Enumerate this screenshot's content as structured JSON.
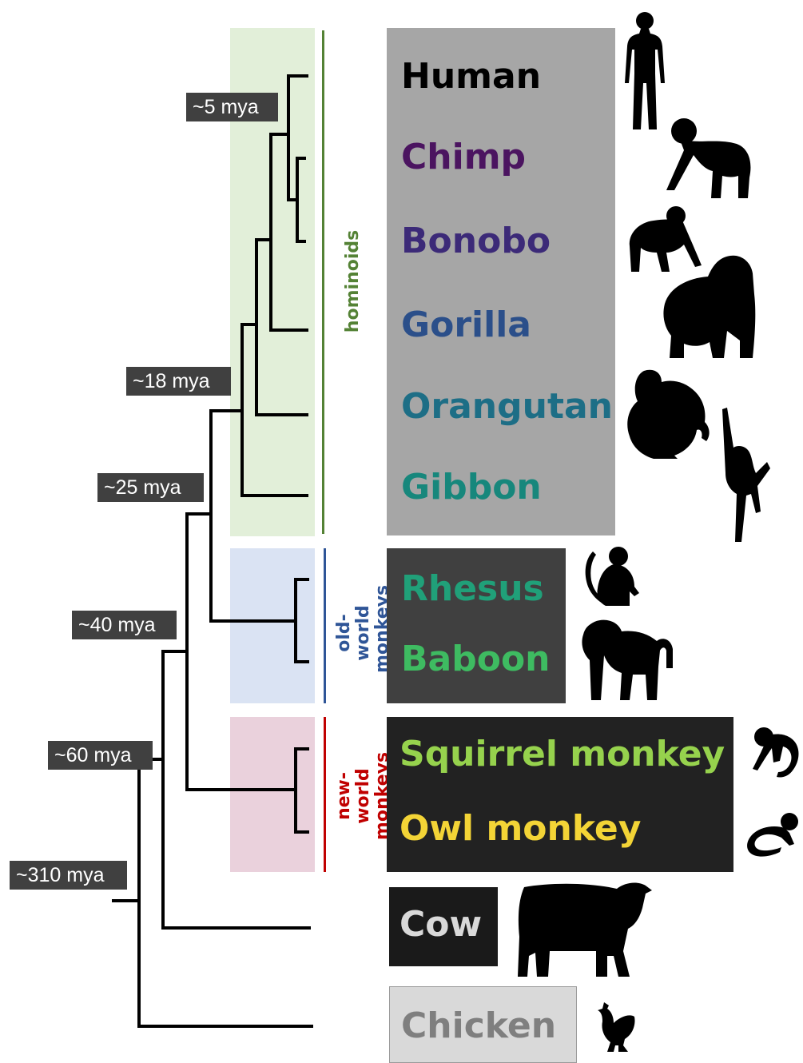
{
  "groups": {
    "hominoids": {
      "label": "hominoids",
      "color": "#548235",
      "band": "#e2efd9"
    },
    "old_world": {
      "label": "old-world monkeys",
      "color": "#2f5597",
      "band": "#dae3f3"
    },
    "new_world": {
      "label": "new-world monkeys",
      "color": "#c00000",
      "band": "#ead1dc"
    }
  },
  "species": {
    "human": {
      "label": "Human",
      "color": "#000000",
      "icon": "human-silhouette-icon"
    },
    "chimp": {
      "label": "Chimp",
      "color": "#4b1460",
      "icon": "chimp-silhouette-icon"
    },
    "bonobo": {
      "label": "Bonobo",
      "color": "#3c2a78",
      "icon": "bonobo-silhouette-icon"
    },
    "gorilla": {
      "label": "Gorilla",
      "color": "#2b4f8a",
      "icon": "gorilla-silhouette-icon"
    },
    "orangutan": {
      "label": "Orangutan",
      "color": "#1d6e86",
      "icon": "orangutan-silhouette-icon"
    },
    "gibbon": {
      "label": "Gibbon",
      "color": "#17877c",
      "icon": "gibbon-silhouette-icon"
    },
    "rhesus": {
      "label": "Rhesus",
      "color": "#20a079",
      "icon": "rhesus-silhouette-icon"
    },
    "baboon": {
      "label": "Baboon",
      "color": "#3ebb61",
      "icon": "baboon-silhouette-icon"
    },
    "squirrel": {
      "label": "Squirrel monkey",
      "color": "#96d24d",
      "icon": "squirrel-monkey-silhouette-icon"
    },
    "owl": {
      "label": "Owl monkey",
      "color": "#f3d436",
      "icon": "owl-monkey-silhouette-icon"
    },
    "cow": {
      "label": "Cow",
      "color": "#d9d9d9",
      "icon": "cow-silhouette-icon"
    },
    "chicken": {
      "label": "Chicken",
      "color": "#7f7f7f",
      "icon": "chicken-silhouette-icon"
    }
  },
  "boxes": {
    "hominoids": "#a6a6a6",
    "old_world": "#404040",
    "new_world": "#222222",
    "cow": "#1a1a1a",
    "chicken": "#d9d9d9"
  },
  "divergence": {
    "d5": "~5 mya",
    "d18": "~18 mya",
    "d25": "~25 mya",
    "d40": "~40 mya",
    "d60": "~60 mya",
    "d310": "~310 mya"
  }
}
